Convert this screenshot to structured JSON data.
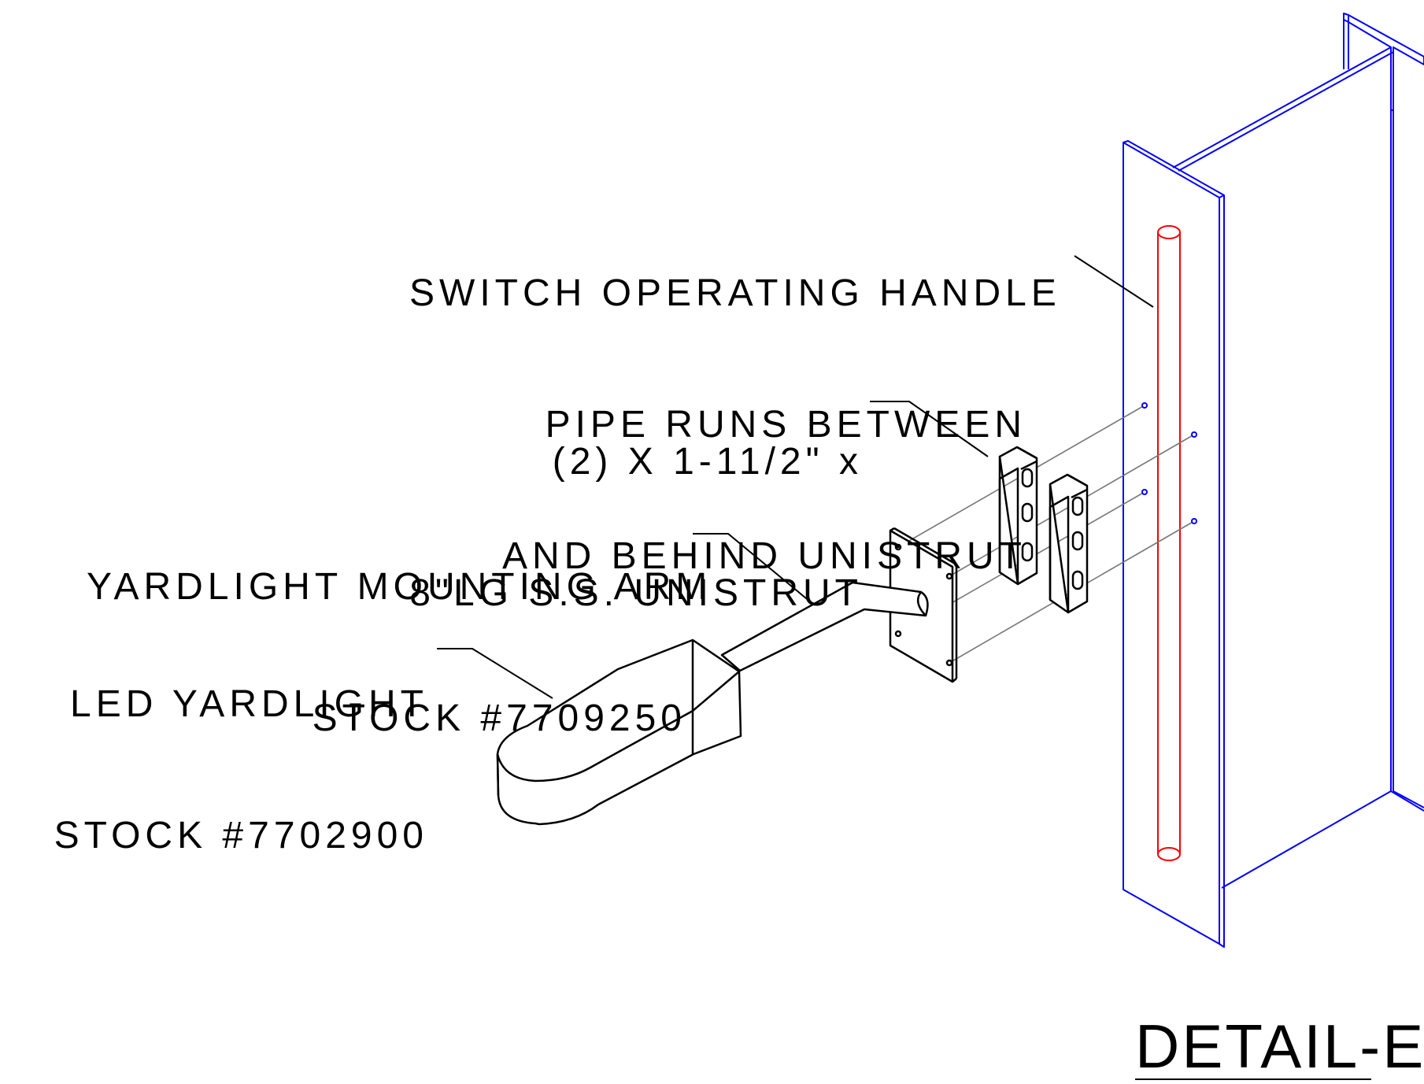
{
  "labels": {
    "switch_handle": [
      "SWITCH OPERATING HANDLE",
      "PIPE RUNS BETWEEN",
      "AND BEHIND UNISTRUT"
    ],
    "unistrut": [
      "(2) X 1-11/2\" x",
      "8\"LG S.S. UNISTRUT"
    ],
    "mounting_arm": [
      "YARDLIGHT MOUNTING ARM",
      "STOCK #7709250"
    ],
    "led_yardlight": [
      "LED YARDLIGHT",
      "STOCK #7702900"
    ]
  },
  "detail_title": "DETAIL-E",
  "colors": {
    "structure": "#0000ff",
    "pipe": "#ff0000",
    "hardware": "#000000",
    "bolt_line": "#777777"
  }
}
